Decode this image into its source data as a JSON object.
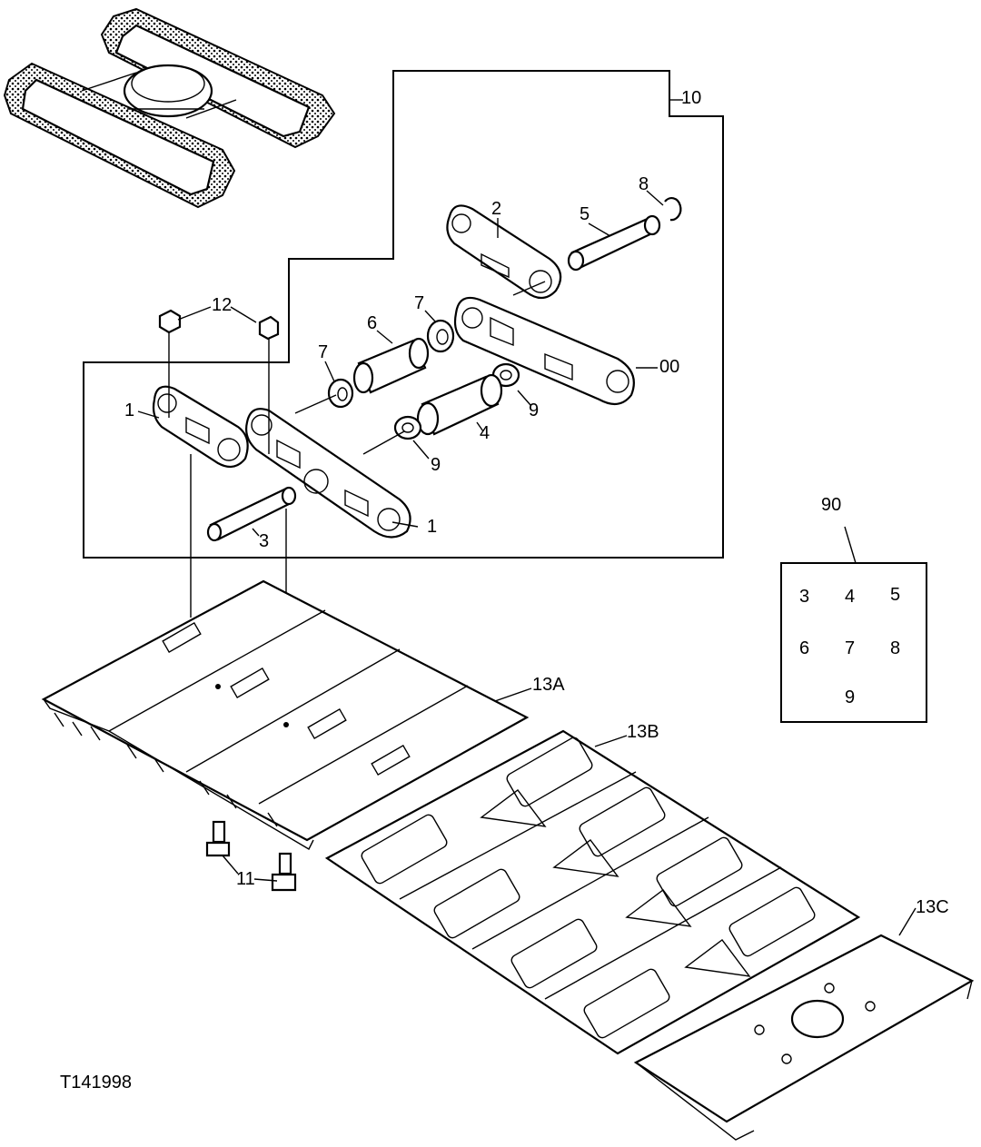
{
  "figure_id": "T141998",
  "callouts": {
    "c1a": "1",
    "c1b": "1",
    "c2": "2",
    "c3": "3",
    "c4": "4",
    "c5": "5",
    "c6": "6",
    "c7a": "7",
    "c7b": "7",
    "c8": "8",
    "c9a": "9",
    "c9b": "9",
    "c10": "10",
    "c11": "11",
    "c12": "12",
    "c00": "00",
    "c13a": "13A",
    "c13b": "13B",
    "c13c": "13C"
  },
  "kit": {
    "label": "90",
    "contents": [
      "3",
      "4",
      "5",
      "6",
      "7",
      "8",
      "9"
    ]
  }
}
